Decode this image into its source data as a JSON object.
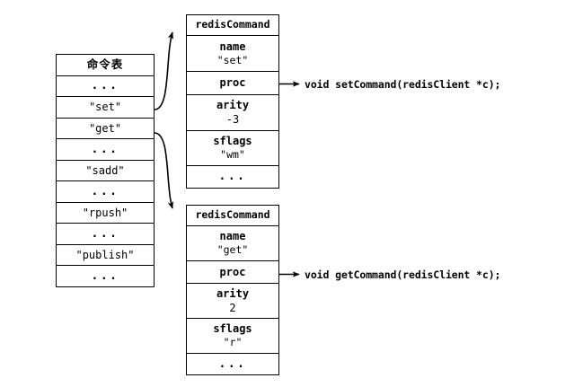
{
  "diagram": {
    "title": "redis command table to redisCommand struct mapping",
    "stroke_color": "#000000",
    "background_color": "#ffffff"
  },
  "command_table": {
    "header": "命令表",
    "rows": [
      {
        "label": "...",
        "kind": "ellipsis"
      },
      {
        "label": "\"set\"",
        "kind": "command",
        "links_to": "struct-set"
      },
      {
        "label": "\"get\"",
        "kind": "command",
        "links_to": "struct-get"
      },
      {
        "label": "...",
        "kind": "ellipsis"
      },
      {
        "label": "\"sadd\"",
        "kind": "command"
      },
      {
        "label": "...",
        "kind": "ellipsis"
      },
      {
        "label": "\"rpush\"",
        "kind": "command"
      },
      {
        "label": "...",
        "kind": "ellipsis"
      },
      {
        "label": "\"publish\"",
        "kind": "command"
      },
      {
        "label": "...",
        "kind": "ellipsis"
      }
    ]
  },
  "structs": [
    {
      "id": "struct-set",
      "header": "redisCommand",
      "fields": [
        {
          "name": "name",
          "value": "\"set\""
        },
        {
          "name": "proc",
          "value": ""
        },
        {
          "name": "arity",
          "value": "-3"
        },
        {
          "name": "sflags",
          "value": "\"wm\""
        }
      ],
      "tail": "..."
    },
    {
      "id": "struct-get",
      "header": "redisCommand",
      "fields": [
        {
          "name": "name",
          "value": "\"get\""
        },
        {
          "name": "proc",
          "value": ""
        },
        {
          "name": "arity",
          "value": "2"
        },
        {
          "name": "sflags",
          "value": "\"r\""
        }
      ],
      "tail": "..."
    }
  ],
  "signatures": [
    {
      "id": "sig-set",
      "text": "void setCommand(redisClient *c);",
      "from": "struct-set.proc"
    },
    {
      "id": "sig-get",
      "text": "void getCommand(redisClient *c);",
      "from": "struct-get.proc"
    }
  ]
}
